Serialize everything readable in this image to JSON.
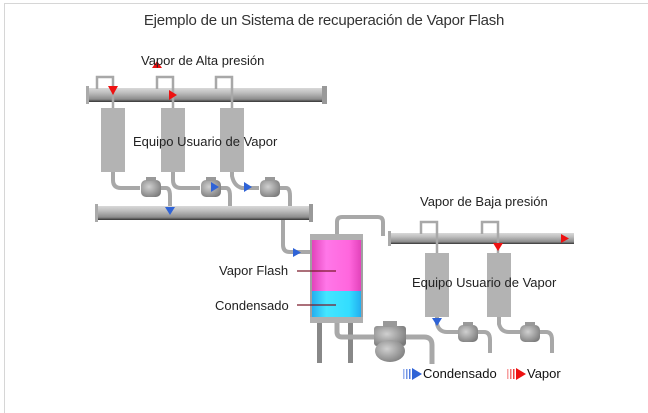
{
  "title": "Ejemplo de un Sistema de recuperación de Vapor Flash",
  "labels": {
    "high_pressure_steam": "Vapor de Alta presión",
    "steam_user_equipment_1": "Equipo Usuario de Vapor",
    "low_pressure_steam": "Vapor de Baja presión",
    "steam_user_equipment_2": "Equipo Usuario de Vapor",
    "flash_steam": "Vapor Flash",
    "condensate": "Condensado"
  },
  "legend": [
    {
      "label": "Condensado",
      "color": "#2f63d6",
      "icon": "blue-arrow-icon"
    },
    {
      "label": "Vapor",
      "color": "#ee1111",
      "icon": "red-arrow-icon"
    }
  ],
  "colors": {
    "steam": "#ee1111",
    "condensate": "#2f63d6",
    "flash_vessel_vapor": "#ff66dd",
    "flash_vessel_liquid": "#33ddff",
    "pipe": "#b8b8b8",
    "equipment": "#b3b3b3"
  }
}
